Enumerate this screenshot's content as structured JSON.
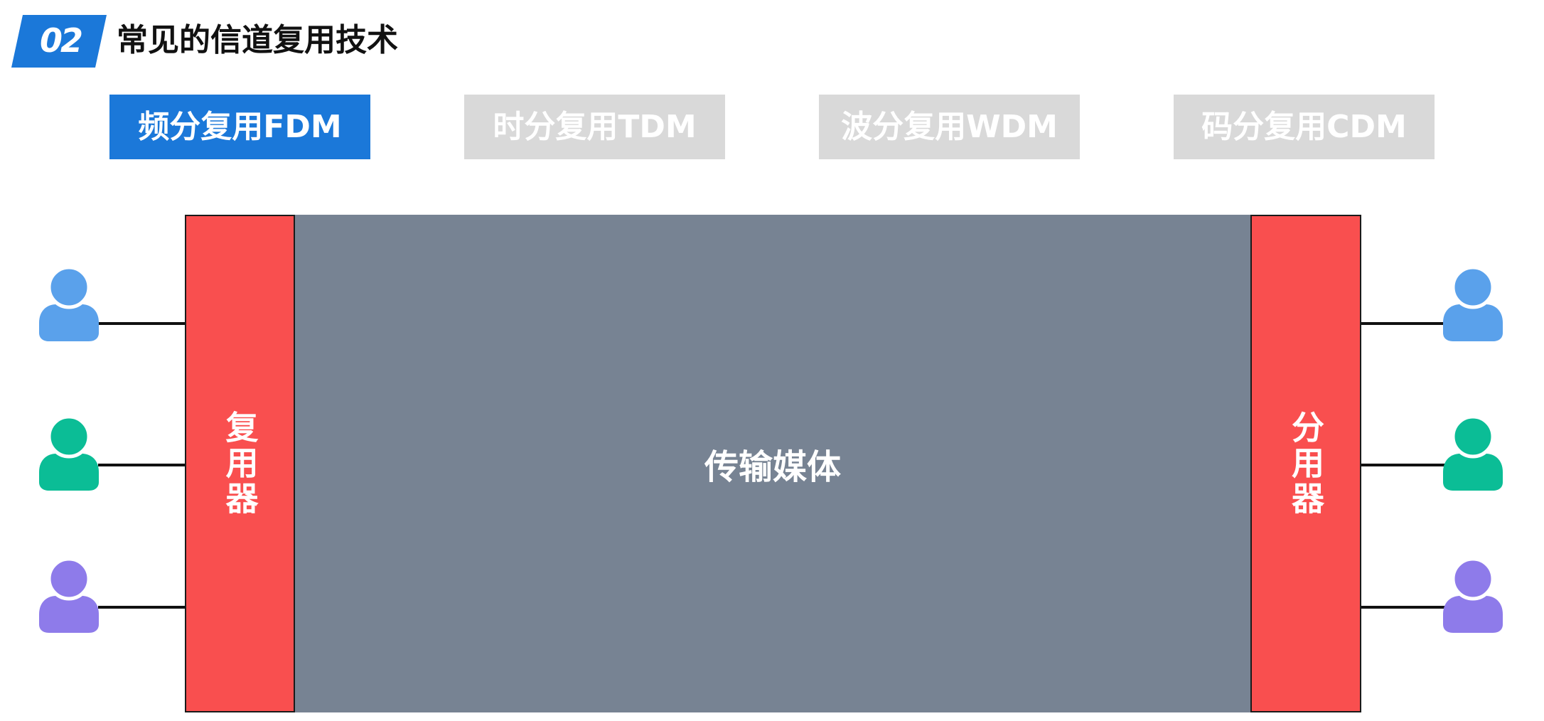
{
  "header": {
    "section_number": "02",
    "title": "常见的信道复用技术"
  },
  "tabs": [
    {
      "label": "频分复用FDM",
      "active": true
    },
    {
      "label": "时分复用TDM",
      "active": false
    },
    {
      "label": "波分复用WDM",
      "active": false
    },
    {
      "label": "码分复用CDM",
      "active": false
    }
  ],
  "diagram": {
    "multiplexer_label": "复用器",
    "medium_label": "传输媒体",
    "demultiplexer_label": "分用器",
    "users": [
      {
        "color": "#5aa1eb"
      },
      {
        "color": "#0bbd96"
      },
      {
        "color": "#8e7bea"
      }
    ]
  },
  "colors": {
    "badge": "#1b78d9",
    "active_tab": "#1b78d9",
    "inactive_tab": "#d9d9d9",
    "mux_blocks": "#f94f4f",
    "medium": "#778393"
  }
}
